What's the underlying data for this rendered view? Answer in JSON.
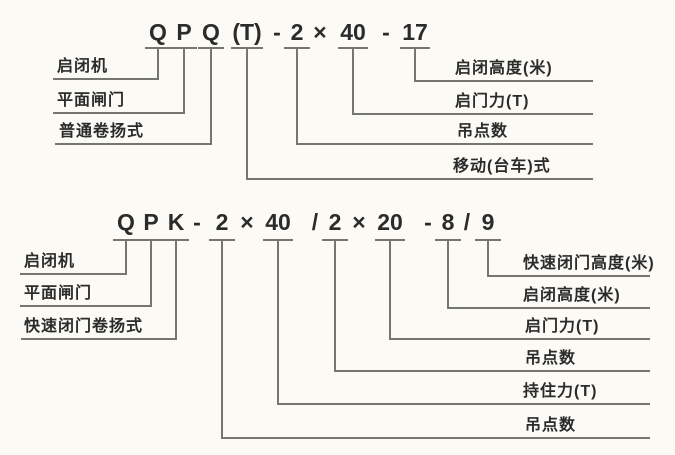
{
  "colors": {
    "background": "#fbfaf4",
    "line": "#757572",
    "text": "#2b2b2b"
  },
  "top_diagram": {
    "model_parts": [
      "Q",
      "P",
      "Q",
      "(T)",
      "-",
      "2",
      "×",
      "40",
      "-",
      "17"
    ],
    "left_labels": [
      "启闭机",
      "平面闸门",
      "普通卷扬式"
    ],
    "right_labels": [
      "启闭高度(米)",
      "启门力(T)",
      "吊点数",
      "移动(台车)式"
    ]
  },
  "bottom_diagram": {
    "model_parts": [
      "Q",
      "P",
      "K",
      "-",
      "2",
      "×",
      "40",
      "/",
      "2",
      "×",
      "20",
      "-",
      "8",
      "/",
      "9"
    ],
    "left_labels": [
      "启闭机",
      "平面闸门",
      "快速闭门卷扬式"
    ],
    "right_labels": [
      "快速闭门高度(米)",
      "启闭高度(米)",
      "启门力(T)",
      "吊点数",
      "持住力(T)",
      "吊点数"
    ]
  }
}
